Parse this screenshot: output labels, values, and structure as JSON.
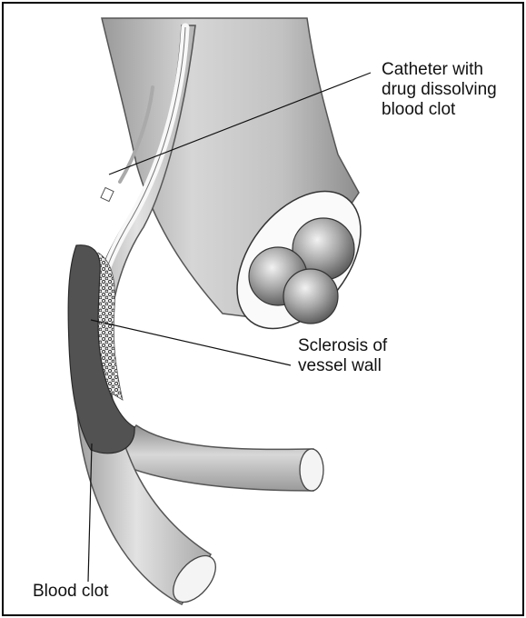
{
  "labels": {
    "catheter": "Catheter with\ndrug dissolving\nblood clot",
    "sclerosis": "Sclerosis of\nvessel wall",
    "clot": "Blood clot"
  }
}
